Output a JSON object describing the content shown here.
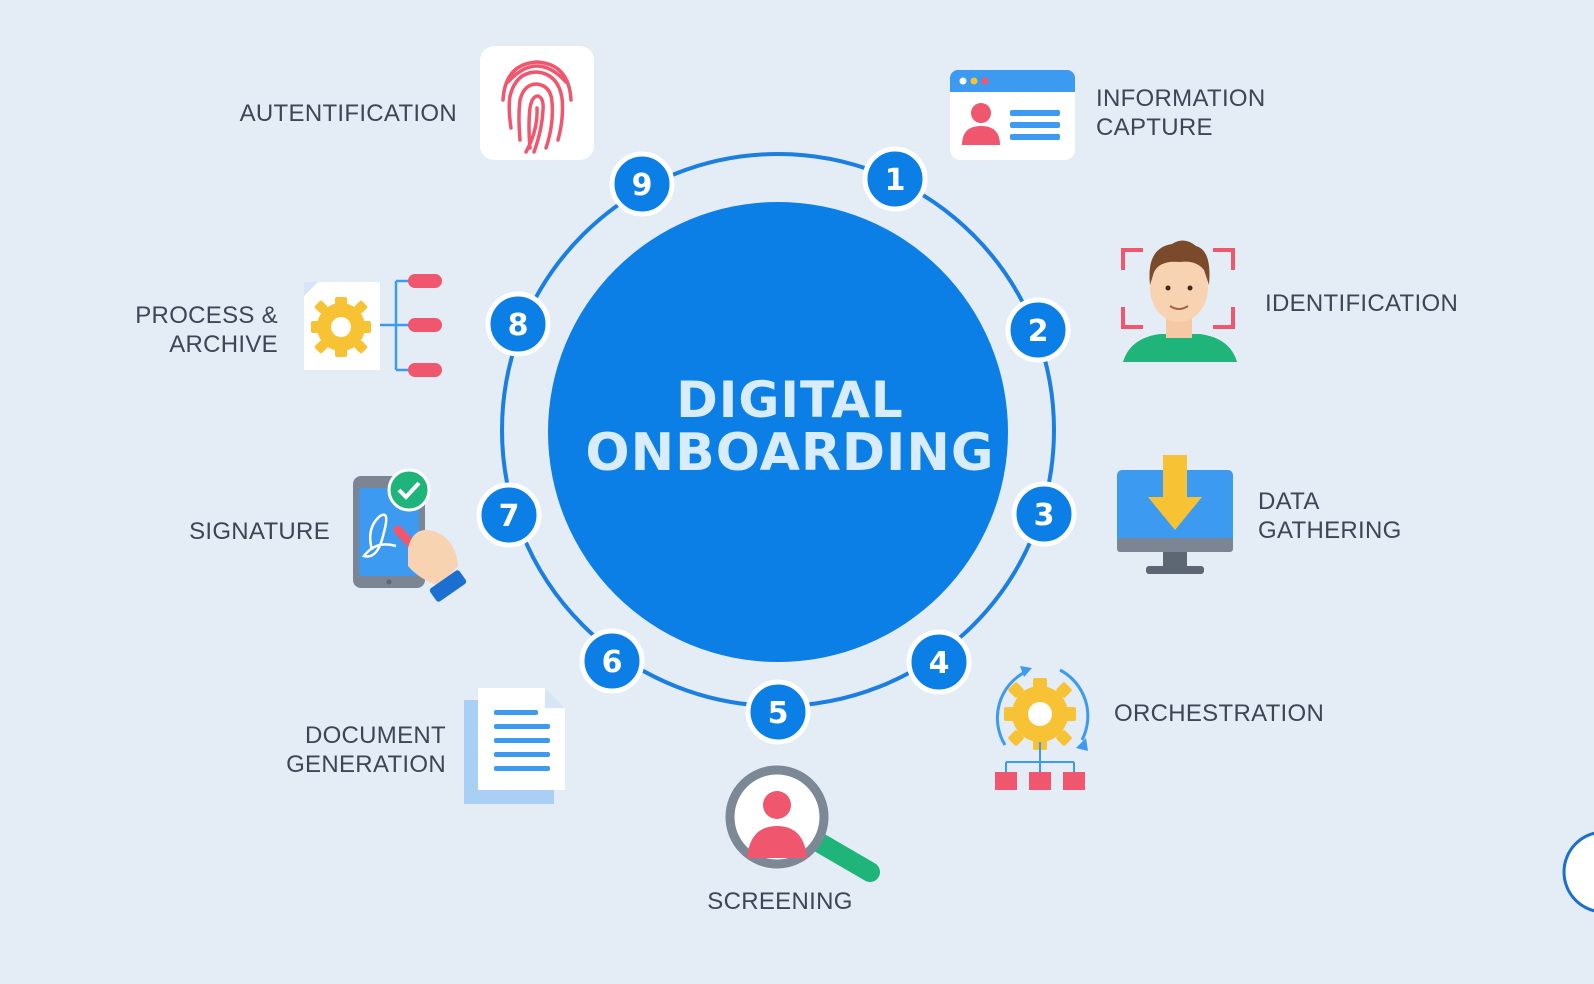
{
  "hub": {
    "line1": "DIGITAL",
    "line2": "ONBOARDING"
  },
  "steps": [
    {
      "number": "1",
      "label": "INFORMATION\nCAPTURE",
      "icon": "id-card-icon"
    },
    {
      "number": "2",
      "label": "IDENTIFICATION",
      "icon": "face-scan-icon"
    },
    {
      "number": "3",
      "label": "DATA\nGATHERING",
      "icon": "monitor-download-icon"
    },
    {
      "number": "4",
      "label": "ORCHESTRATION",
      "icon": "gear-cycle-icon"
    },
    {
      "number": "5",
      "label": "SCREENING",
      "icon": "magnifier-person-icon"
    },
    {
      "number": "6",
      "label": "DOCUMENT\nGENERATION",
      "icon": "document-icon"
    },
    {
      "number": "7",
      "label": "SIGNATURE",
      "icon": "tablet-signature-icon"
    },
    {
      "number": "8",
      "label": "PROCESS &\nARCHIVE",
      "icon": "gear-file-icon"
    },
    {
      "number": "9",
      "label": "AUTENTIFICATION",
      "icon": "fingerprint-icon"
    }
  ],
  "colors": {
    "background": "#e4ecf5",
    "primary_blue": "#0b7fe6",
    "ring": "#1a7fe0",
    "label_text": "#3d4656",
    "accent_pink": "#f0566d",
    "accent_yellow": "#f7c234",
    "accent_green": "#1fb57a"
  }
}
